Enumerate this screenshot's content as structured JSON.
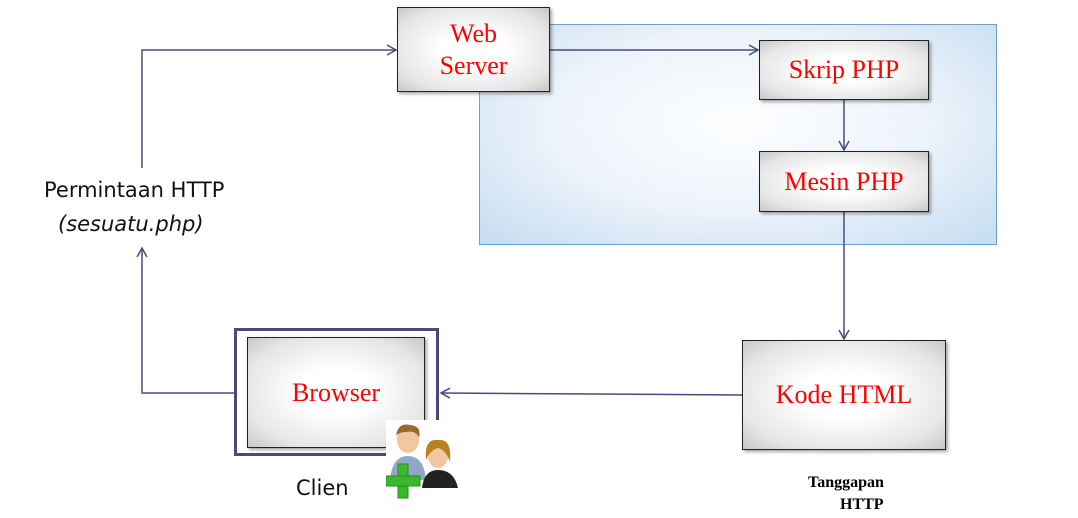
{
  "nodes": {
    "web_server": "Web Server",
    "skrip_php": "Skrip PHP",
    "mesin_php": "Mesin PHP",
    "kode_html": "Kode HTML",
    "browser": "Browser"
  },
  "labels": {
    "request_line1": "Permintaan HTTP",
    "request_line2": "(sesuatu.php)",
    "client": "Clien",
    "response_line1": "Tanggapan",
    "response_line2": "HTTP"
  },
  "icons": {
    "client": "add-users-icon"
  },
  "colors": {
    "node_text": "#ff0000",
    "arrow": "#4a4a80",
    "panel": "#c4dcf1"
  }
}
